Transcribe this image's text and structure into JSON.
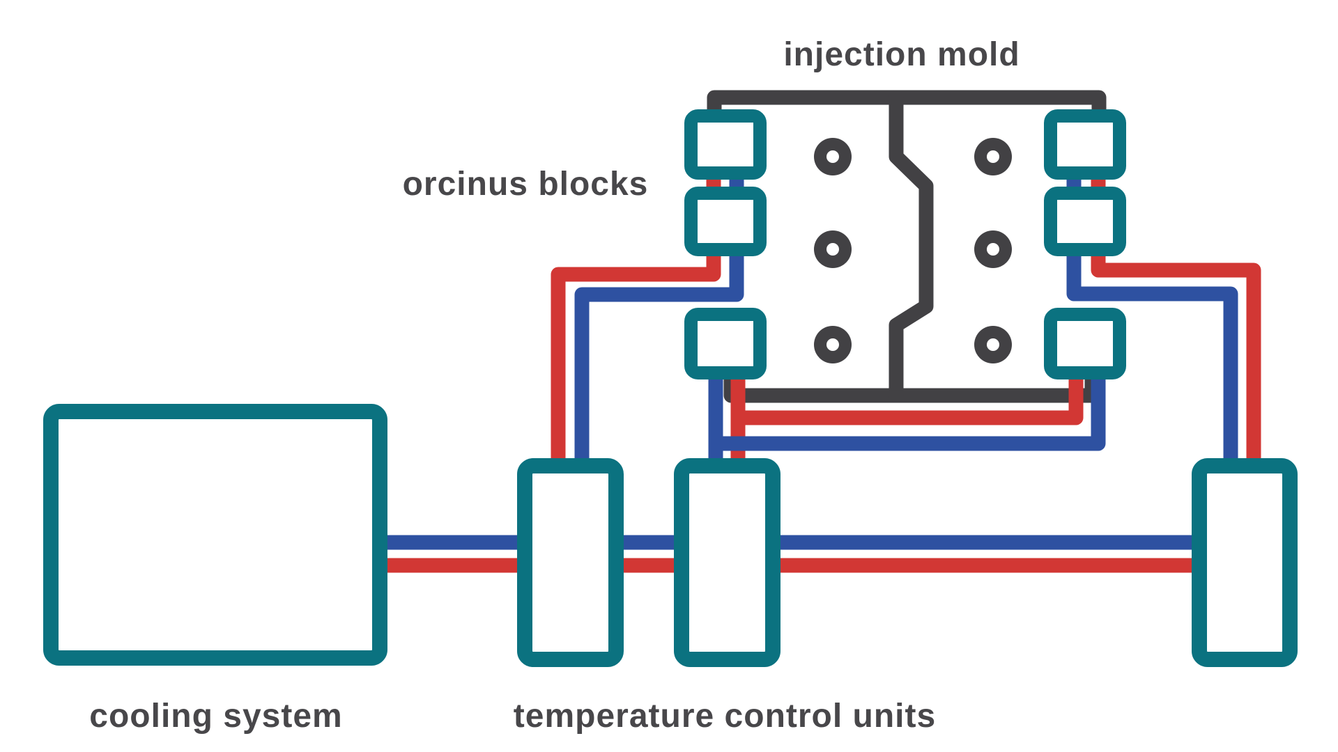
{
  "labels": {
    "injection_mold": "injection mold",
    "orcinus_blocks": "orcinus blocks",
    "cooling_system": "cooling system",
    "temperature_control_units": "temperature control units"
  },
  "colors": {
    "teal": "#0b7280",
    "red": "#d23734",
    "blue": "#2e51a1",
    "dark": "#424144",
    "label": "#48474a",
    "white": "#ffffff",
    "background": "#ffffff"
  },
  "diagram": {
    "cooling_system_box_count": 1,
    "temperature_control_unit_count": 2,
    "unlabeled_unit_count": 1,
    "orcinus_block_count": 6,
    "mold_cavity_dot_count": 6,
    "pipe_line_colors": [
      "red",
      "blue"
    ]
  }
}
